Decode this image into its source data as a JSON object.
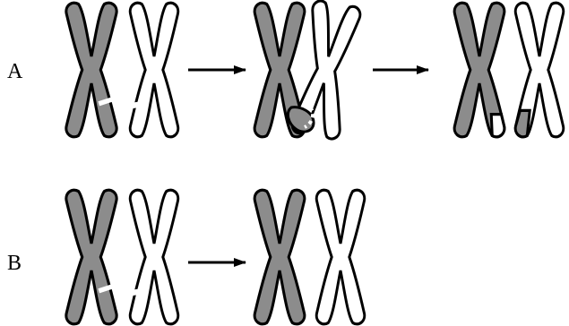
{
  "rows": [
    {
      "label": "A"
    },
    {
      "label": "B"
    }
  ],
  "colors": {
    "paternal_fill": "#8c8c8c",
    "maternal_fill": "#ffffff",
    "outline": "#000000",
    "arrow": "#000000",
    "break_mark": "#ffffff"
  },
  "icons": {
    "chromosome": "x-shaped-chromatid-pair",
    "arrow": "right-arrow"
  }
}
